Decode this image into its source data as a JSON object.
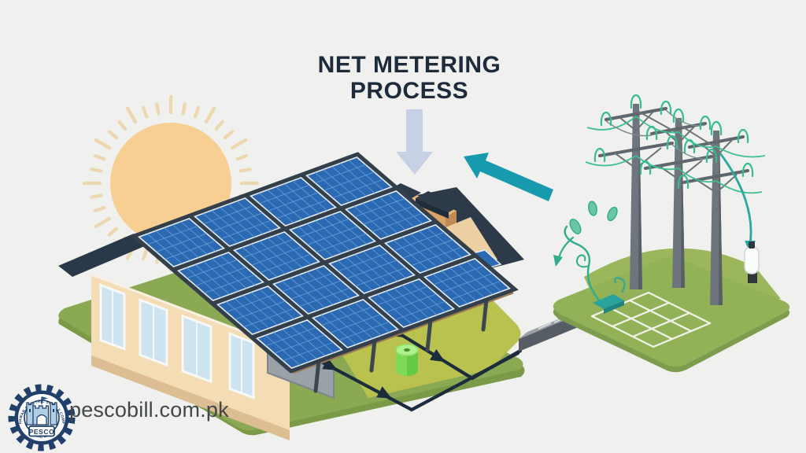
{
  "title": {
    "line1": "NET METERING",
    "line2": "PROCESS"
  },
  "branding": {
    "site_url": "pescobill.com.pk",
    "logo": {
      "arc_top": "PESHAWAR ELECTRIC SUPPLY COMPANY",
      "name": "PESCO",
      "arc_bottom": "ONLINE BILLS"
    }
  },
  "colors": {
    "background": "#f0f0ee",
    "title_text": "#1d2b3b",
    "teal_accent": "#179aad",
    "down_arrow": "#c7d0e4",
    "wire_navy": "#1d2c3c",
    "panel_blue": "#2b69b2",
    "lawn_olive": "#8aa952",
    "lawn_yellow_green": "#b9c24f",
    "platform_green": "#93b156",
    "sun_fill": "#f8cf92",
    "battery_green": "#7ed957",
    "meter_gray": "#565d64",
    "logo_navy": "#20406b",
    "tower_teal": "#35bd8f"
  },
  "scene": {
    "elements": [
      "sun-icon",
      "house-illustration",
      "rooftop-solar-array",
      "ground-mount-legs",
      "battery-icon",
      "flow-wires",
      "net-meter-box",
      "utility-grid-towers",
      "grid-platform",
      "vine-plant",
      "service-drop-device",
      "grid-to-home-arrow",
      "process-down-arrow",
      "pesco-logo"
    ]
  }
}
